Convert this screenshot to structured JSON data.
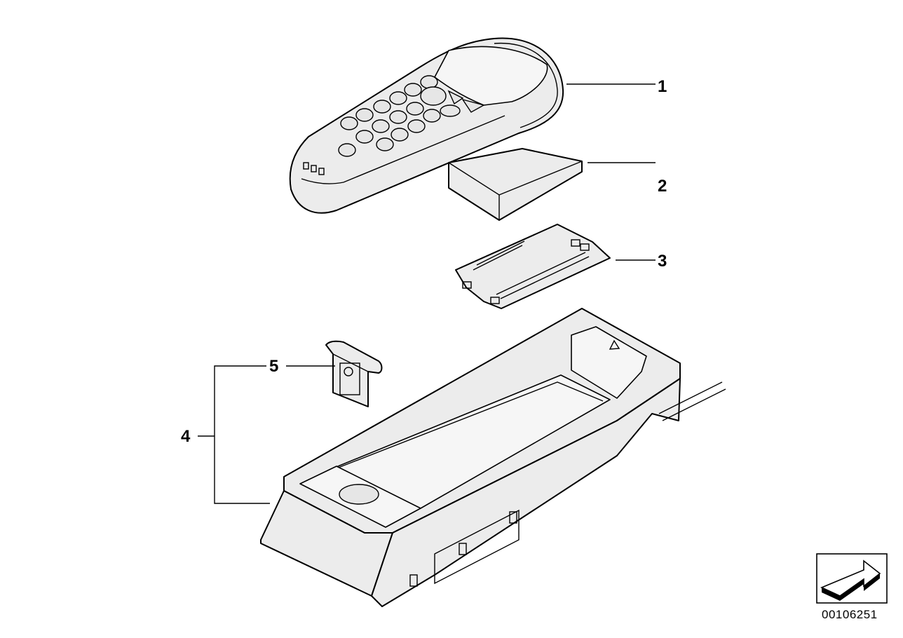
{
  "diagram": {
    "callouts": [
      {
        "id": "part-1",
        "label": "1"
      },
      {
        "id": "part-2",
        "label": "2"
      },
      {
        "id": "part-3",
        "label": "3"
      },
      {
        "id": "part-4",
        "label": "4"
      },
      {
        "id": "part-5",
        "label": "5"
      }
    ],
    "reference_number": "00106251",
    "icons": [
      "handset",
      "battery",
      "battery-cover",
      "cradle-console",
      "clip",
      "arrow-icon"
    ]
  }
}
